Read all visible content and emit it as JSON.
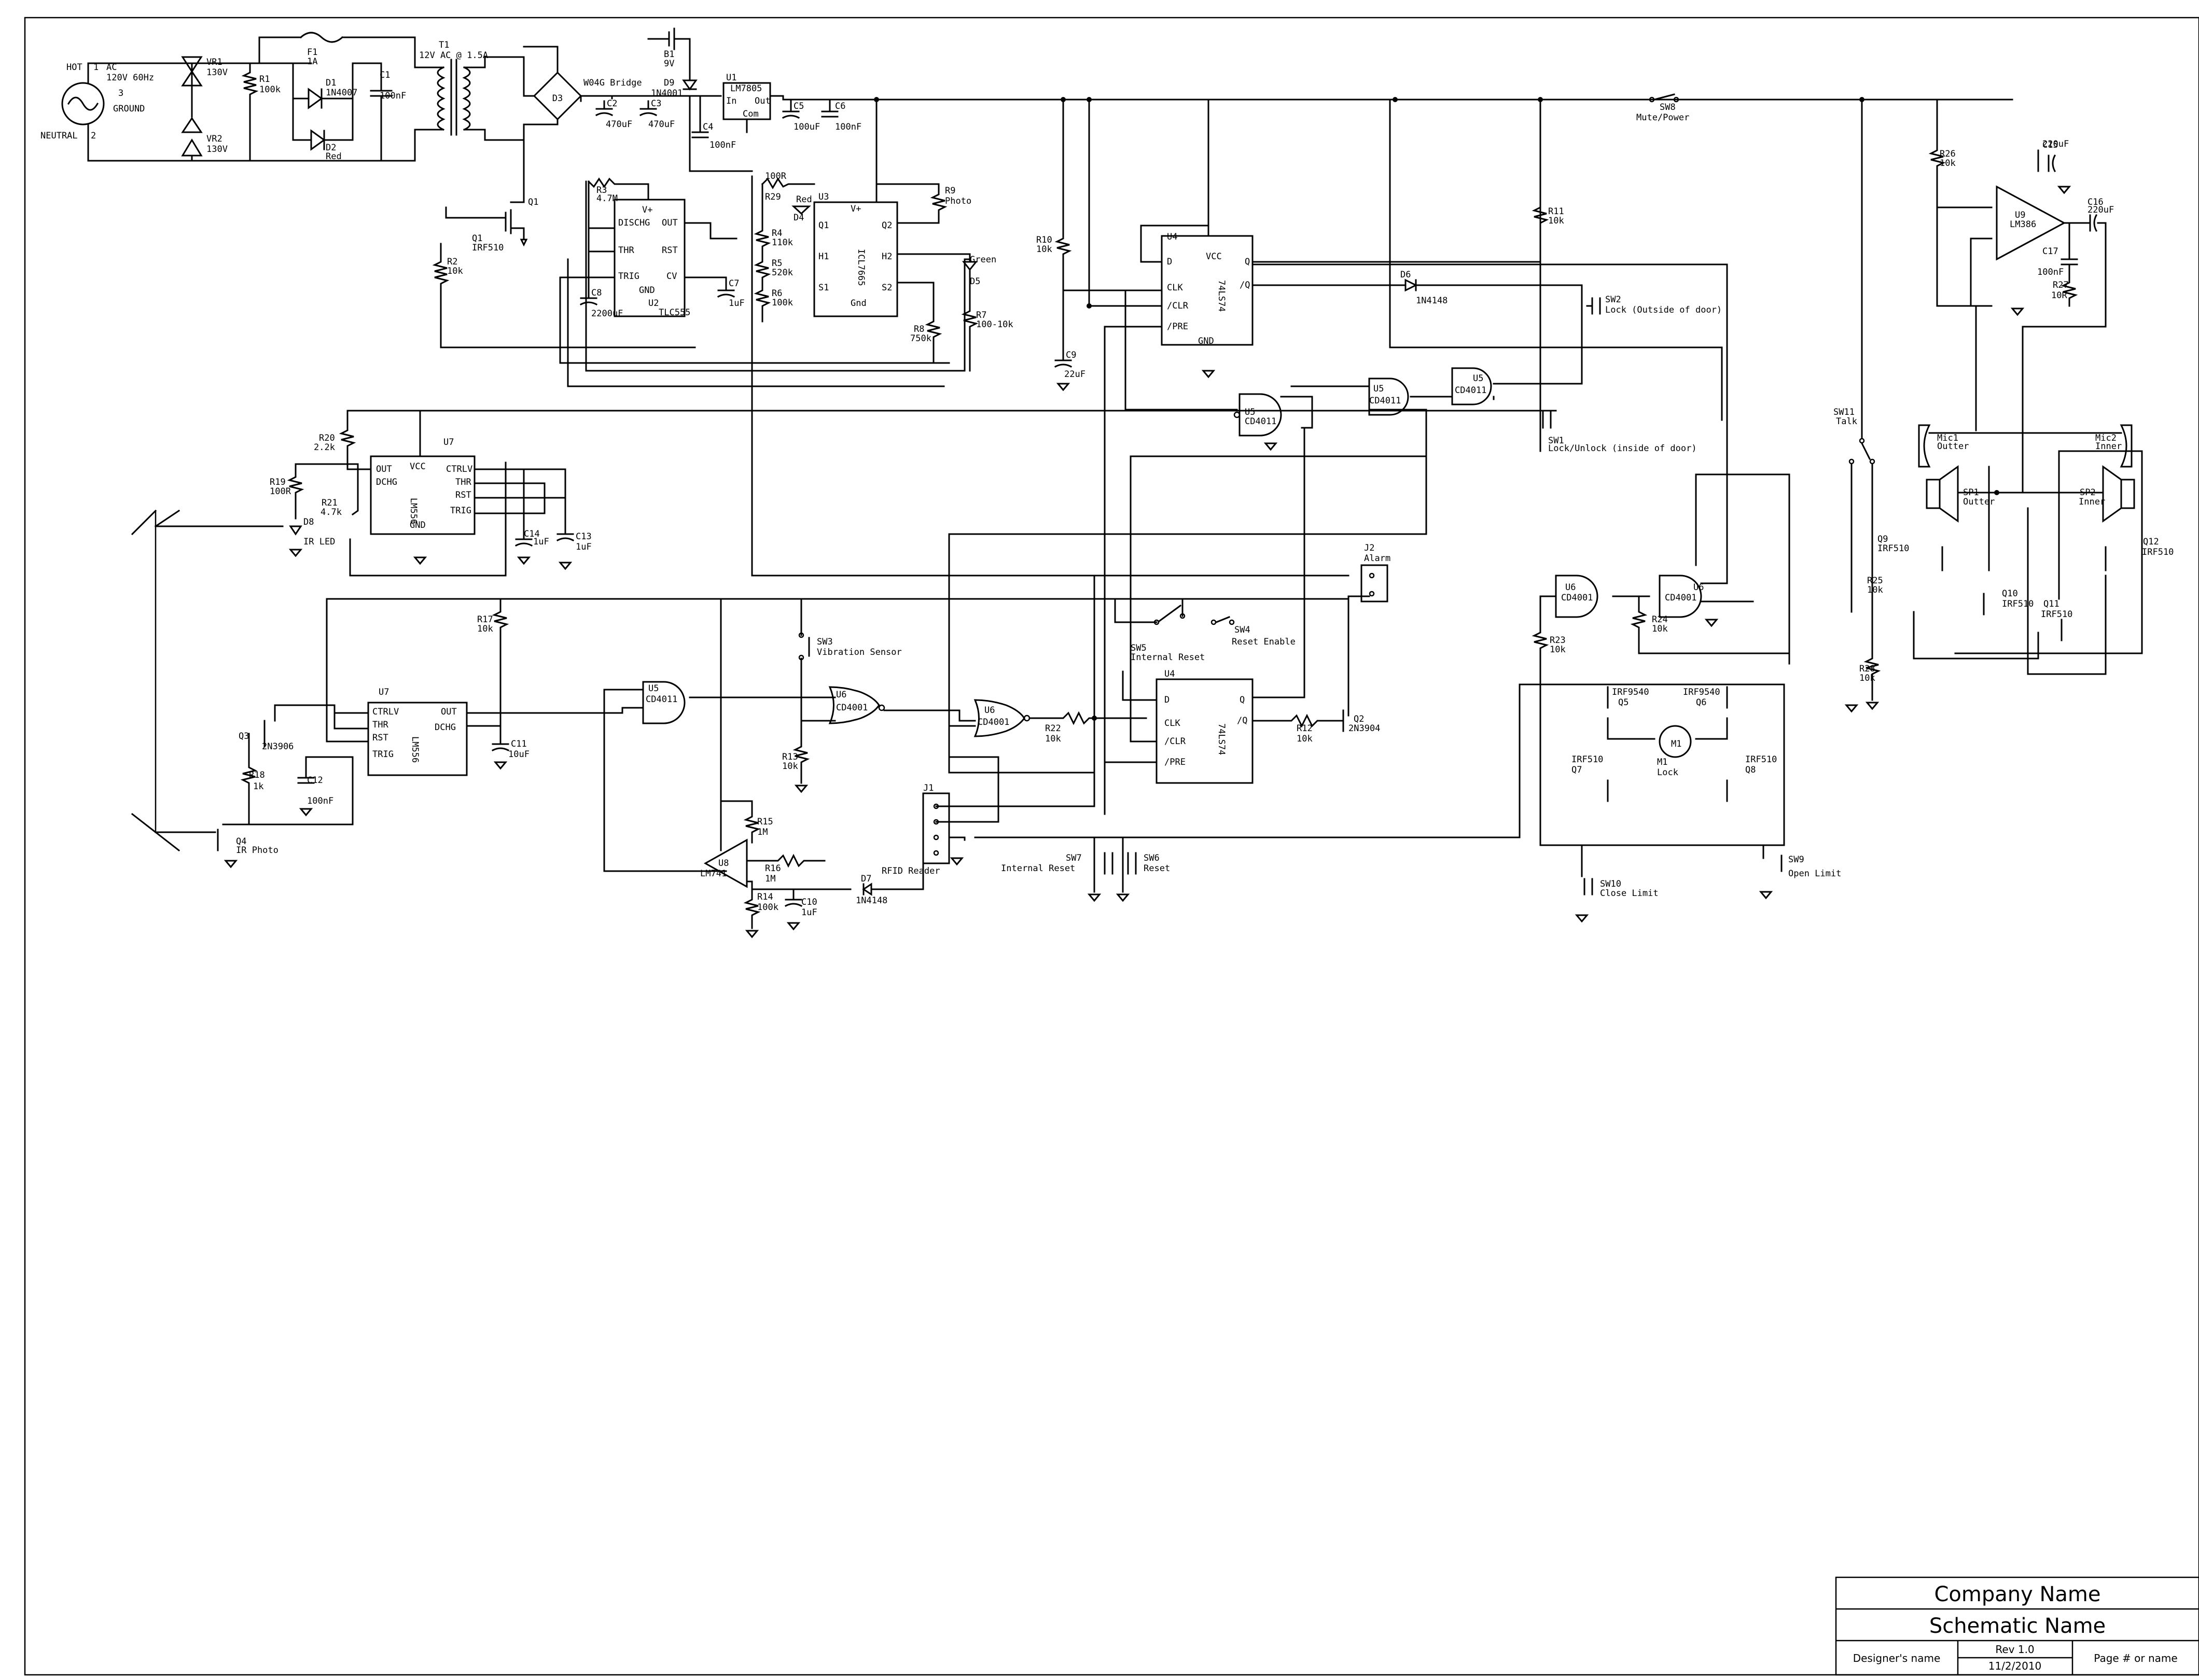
{
  "title_block": {
    "company": "Company Name",
    "schematic": "Schematic Name",
    "designer": "Designer's name",
    "rev": "Rev 1.0",
    "date": "11/2/2010",
    "page": "Page # or name"
  },
  "ac_input": {
    "hot": "HOT",
    "ac": "AC",
    "voltage": "120V 60Hz",
    "ground": "GROUND",
    "neutral": "NEUTRAL",
    "pin1": "1",
    "pin2": "2",
    "pin3": "3"
  },
  "components": {
    "vr1": "VR1",
    "vr1_val": "130V",
    "vr2": "VR2",
    "vr2_val": "130V",
    "r1": "R1",
    "r1_val": "100k",
    "f1": "F1",
    "f1_val": "1A",
    "d1": "D1",
    "d1_val": "1N4007",
    "d2": "D2",
    "d2_val": "Red",
    "c1": "C1",
    "c1_val": "100nF",
    "t1": "T1",
    "t1_val": "12V AC @ 1.5A",
    "b1": "B1",
    "b1_val": "9V",
    "d9": "D9",
    "d9_val": "1N4001",
    "d3": "D3",
    "d3_val": "W04G Bridge",
    "c2": "C2",
    "c2_val": "470uF",
    "c3": "C3",
    "c3_val": "470uF",
    "u1": "U1",
    "u1_val": "LM7805",
    "u1_in": "In",
    "u1_out": "Out",
    "u1_com": "Com",
    "c4": "C4",
    "c4_val": "100nF",
    "c5": "C5",
    "c5_val": "100uF",
    "c6": "C6",
    "c6_val": "100nF",
    "q1": "Q1",
    "q1_val": "IRF510",
    "r2": "R2",
    "r2_val": "10k",
    "r3": "R3",
    "r3_val": "4.7M",
    "u2": "U2",
    "u2_val": "TLC555",
    "c8": "C8",
    "c8_val": "2200uF",
    "c7": "C7",
    "c7_val": "1uF",
    "r29": "R29",
    "r29_val": "100R",
    "d4": "D4",
    "d4_val": "Red",
    "u3": "U3",
    "u3_val": "ICL7665",
    "r4": "R4",
    "r4_val": "110k",
    "r5": "R5",
    "r5_val": "520k",
    "r6": "R6",
    "r6_val": "100k",
    "r9": "R9",
    "r9_val": "Photo",
    "d5": "D5",
    "d5_val": "Green",
    "r8": "R8",
    "r8_val": "750k",
    "r7": "R7",
    "r7_val": "100-10k",
    "r10": "R10",
    "r10_val": "10k",
    "c9": "C9",
    "c9_val": "22uF",
    "u4": "U4",
    "u4_val": "74LS74",
    "d6": "D6",
    "d6_val": "1N4148",
    "r11": "R11",
    "r11_val": "10k",
    "sw2": "SW2",
    "sw2_val": "Lock (Outside of door)",
    "sw1": "SW1",
    "sw1_val": "Lock/Unlock (inside of door)",
    "sw8": "SW8",
    "sw8_val": "Mute/Power",
    "u5": "U5",
    "u5_val": "CD4011",
    "r20": "R20",
    "r20_val": "2.2k",
    "r19": "R19",
    "r19_val": "100R",
    "r21": "R21",
    "r21_val": "4.7k",
    "d8": "D8",
    "d8_val": "IR LED",
    "u7": "U7",
    "u7_val": "LM556",
    "c14": "C14",
    "c14_val": "1uF",
    "c13": "C13",
    "c13_val": "1uF",
    "r17": "R17",
    "r17_val": "10k",
    "q3": "Q3",
    "q3_val": "2N3906",
    "r18": "R18",
    "r18_val": "1k",
    "c12": "C12",
    "c12_val": "100nF",
    "q4": "Q4",
    "q4_val": "IR Photo",
    "c11": "C11",
    "c11_val": "10uF",
    "sw3": "SW3",
    "sw3_val": "Vibration Sensor",
    "r13": "R13",
    "r13_val": "10k",
    "u6": "U6",
    "u6_val": "CD4001",
    "u8": "U8",
    "u8_val": "LM741",
    "r15": "R15",
    "r15_val": "1M",
    "r16": "R16",
    "r16_val": "1M",
    "r14": "R14",
    "r14_val": "100k",
    "c10": "C10",
    "c10_val": "1uF",
    "d7": "D7",
    "d7_val": "1N4148",
    "rfid": "RFID Reader",
    "j1": "J1",
    "r22": "R22",
    "r22_val": "10k",
    "sw5": "SW5",
    "sw5_val": "Internal Reset",
    "sw4": "SW4",
    "sw4_val": "Reset Enable",
    "sw7": "SW7",
    "sw7_val": "Internal Reset",
    "sw6": "SW6",
    "sw6_val": "Reset",
    "r12": "R12",
    "r12_val": "10k",
    "q2": "Q2",
    "q2_val": "2N3904",
    "j2": "J2",
    "j2_val": "Alarm",
    "r24": "R24",
    "r24_val": "10k",
    "r23": "R23",
    "r23_val": "10k",
    "q5": "Q5",
    "q5_val": "IRF9540",
    "q6": "Q6",
    "q6_val": "IRF9540",
    "q7": "Q7",
    "q7_val": "IRF510",
    "q8": "Q8",
    "q8_val": "IRF510",
    "m1": "M1",
    "m1_val": "Lock",
    "sw10": "SW10",
    "sw10_val": "Close Limit",
    "sw9": "SW9",
    "sw9_val": "Open Limit",
    "sw11": "SW11",
    "sw11_val": "Talk",
    "r26": "R26",
    "r26_val": "10k",
    "u9": "U9",
    "u9_val": "LM386",
    "c15": "C15",
    "c15_val": "220uF",
    "c16": "C16",
    "c16_val": "220uF",
    "c17": "C17",
    "c17_val": "100nF",
    "r27": "R27",
    "r27_val": "10R",
    "mic1": "Mic1",
    "mic1_val": "Outter",
    "mic2": "Mic2",
    "mic2_val": "Inner",
    "sp1": "SP1",
    "sp1_val": "Outter",
    "sp2": "SP2",
    "sp2_val": "Inner",
    "q9": "Q9",
    "q9_val": "IRF510",
    "r25": "R25",
    "r25_val": "10k",
    "q10": "Q10",
    "q10_val": "IRF510",
    "q11": "Q11",
    "q11_val": "IRF510",
    "q12": "Q12",
    "q12_val": "IRF510",
    "r28": "R28",
    "r28_val": "10k"
  },
  "pins": {
    "vplus": "V+",
    "dischg": "DISCHG",
    "out": "OUT",
    "thr": "THR",
    "rst": "RST",
    "trig": "TRIG",
    "cv": "CV",
    "gnd": "GND",
    "vcc": "VCC",
    "ctrlv": "CTRLV",
    "dchg": "DCHG",
    "d": "D",
    "clk": "CLK",
    "nclr": "/CLR",
    "npre": "/PRE",
    "q": "Q",
    "nq": "/Q",
    "q1": "Q1",
    "q2": "Q2",
    "h1": "H1",
    "h2": "H2",
    "s1": "S1",
    "s2": "S2",
    "gnd2": "Gnd"
  }
}
